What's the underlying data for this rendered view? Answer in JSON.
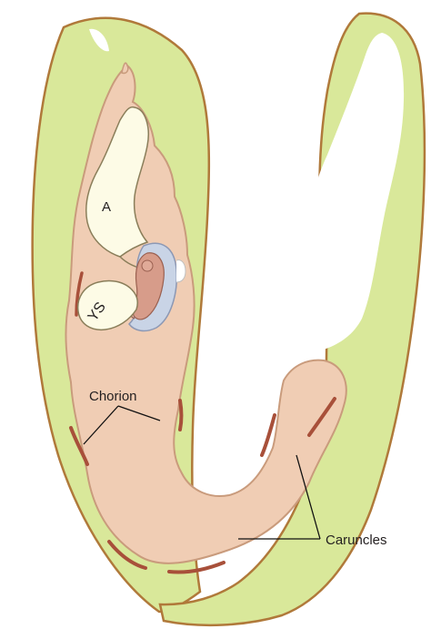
{
  "labels": {
    "amnion": "A",
    "yolk_sac": "YS",
    "chorion": "Chorion",
    "caruncles": "Caruncles"
  },
  "colors": {
    "background": "#ffffff",
    "uterine_wall": "#d9e89a",
    "uterine_wall_outline": "#b0793a",
    "chorion": "#f0cdb4",
    "chorion_outline": "#c99b7c",
    "caruncle": "#a8503a",
    "amnion_fluid": "#fdfbe6",
    "embryo": "#d79c8a",
    "embryo_membrane": "#c9d4e6",
    "lumen": "#ffffff",
    "leader_line": "#111111",
    "label_text": "#231f20"
  }
}
